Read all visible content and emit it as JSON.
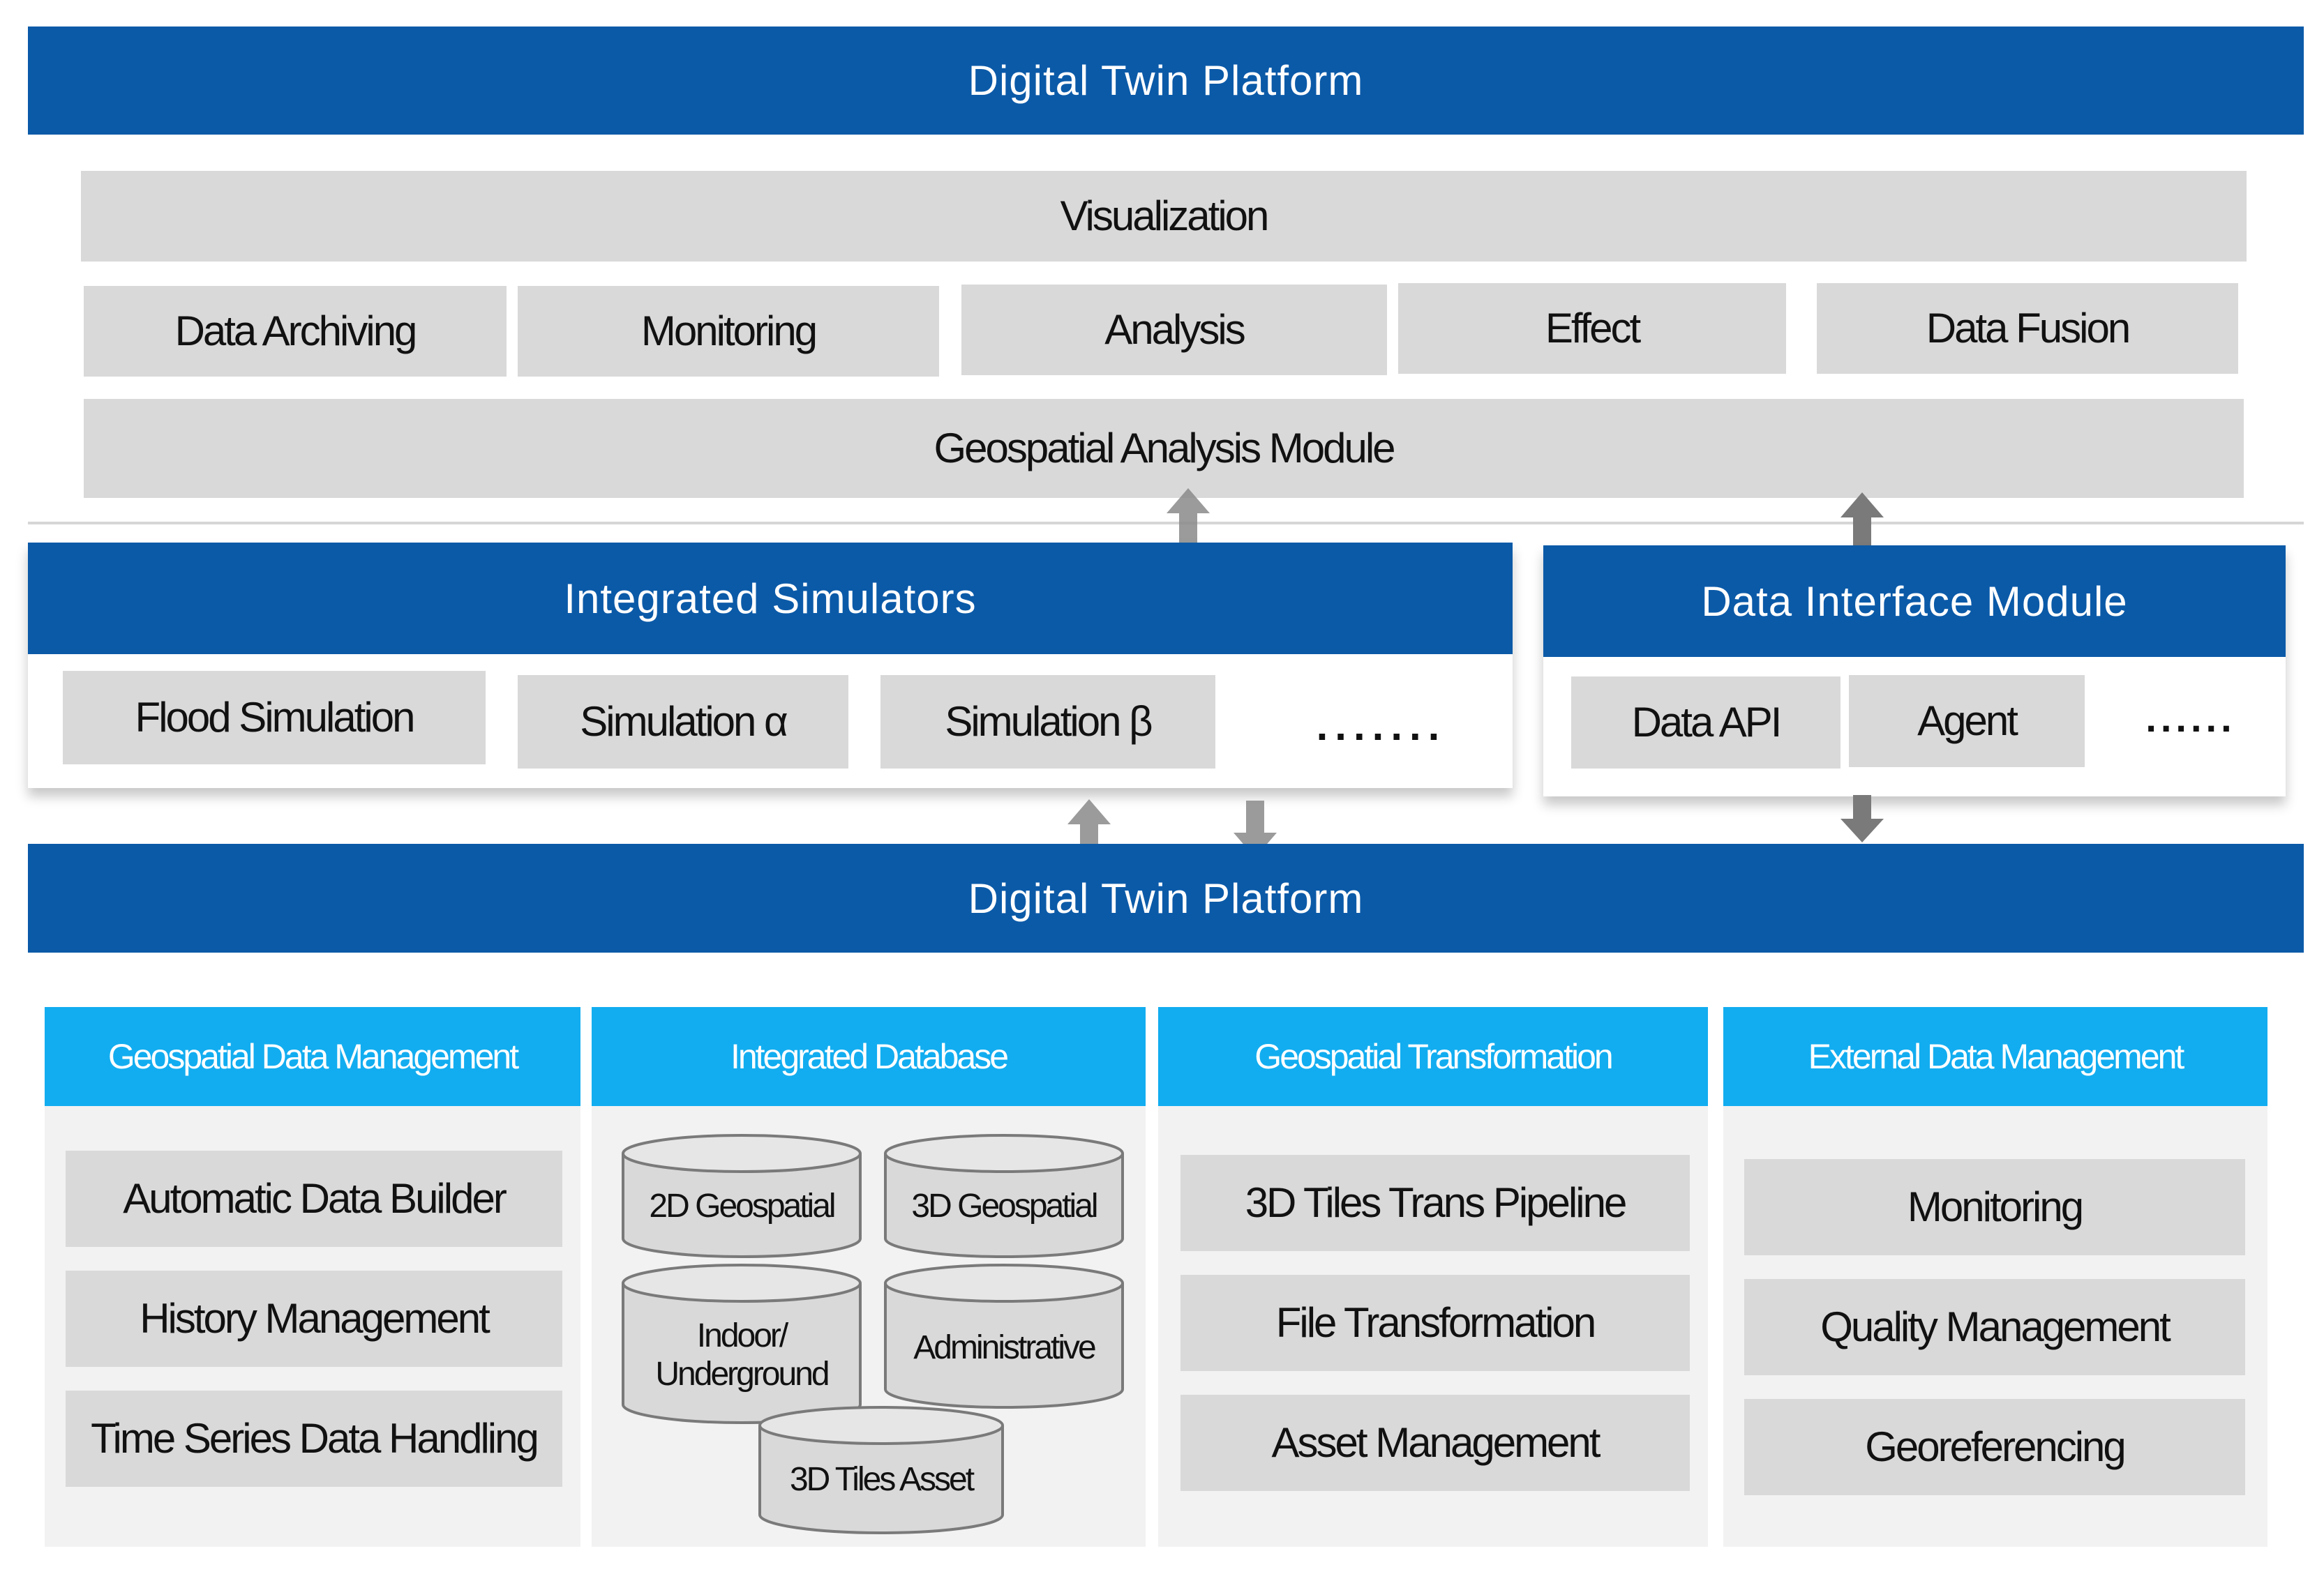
{
  "top_platform": {
    "title": "Digital Twin Platform"
  },
  "visualization": {
    "title": "Visualization"
  },
  "modules": [
    {
      "label": "Data Archiving"
    },
    {
      "label": "Monitoring"
    },
    {
      "label": "Analysis"
    },
    {
      "label": "Effect"
    },
    {
      "label": "Data Fusion"
    }
  ],
  "geospatial_analysis": {
    "title": "Geospatial Analysis Module"
  },
  "integrated_simulators": {
    "title": "Integrated Simulators",
    "items": [
      {
        "label": "Flood Simulation"
      },
      {
        "label": "Simulation α"
      },
      {
        "label": "Simulation β"
      }
    ],
    "more": "......."
  },
  "data_interface": {
    "title": "Data Interface Module",
    "items": [
      {
        "label": "Data API"
      },
      {
        "label": "Agent"
      }
    ],
    "more": "......"
  },
  "bottom_platform": {
    "title": "Digital Twin Platform"
  },
  "columns": {
    "geospatial_data_management": {
      "title": "Geospatial Data Management",
      "items": [
        {
          "label": "Automatic Data Builder"
        },
        {
          "label": "History Management"
        },
        {
          "label": "Time Series Data Handling"
        }
      ]
    },
    "integrated_database": {
      "title": "Integrated Database",
      "databases": [
        {
          "label": "2D Geospatial"
        },
        {
          "label": "3D Geospatial"
        },
        {
          "label": "Indoor/ Underground"
        },
        {
          "label": "Administrative"
        },
        {
          "label": "3D Tiles Asset"
        }
      ]
    },
    "geospatial_transformation": {
      "title": "Geospatial Transformation",
      "items": [
        {
          "label": "3D Tiles Trans Pipeline"
        },
        {
          "label": "File Transformation"
        },
        {
          "label": "Asset Management"
        }
      ]
    },
    "external_data_management": {
      "title": "External Data Management",
      "items": [
        {
          "label": "Monitoring"
        },
        {
          "label": "Quality Management"
        },
        {
          "label": "Georeferencing"
        }
      ]
    }
  },
  "colors": {
    "platform_blue": "#0b5aa8",
    "header_cyan": "#12adf0",
    "box_gray": "#d9d9d9",
    "arrow_gray": "#8a8a8a"
  }
}
